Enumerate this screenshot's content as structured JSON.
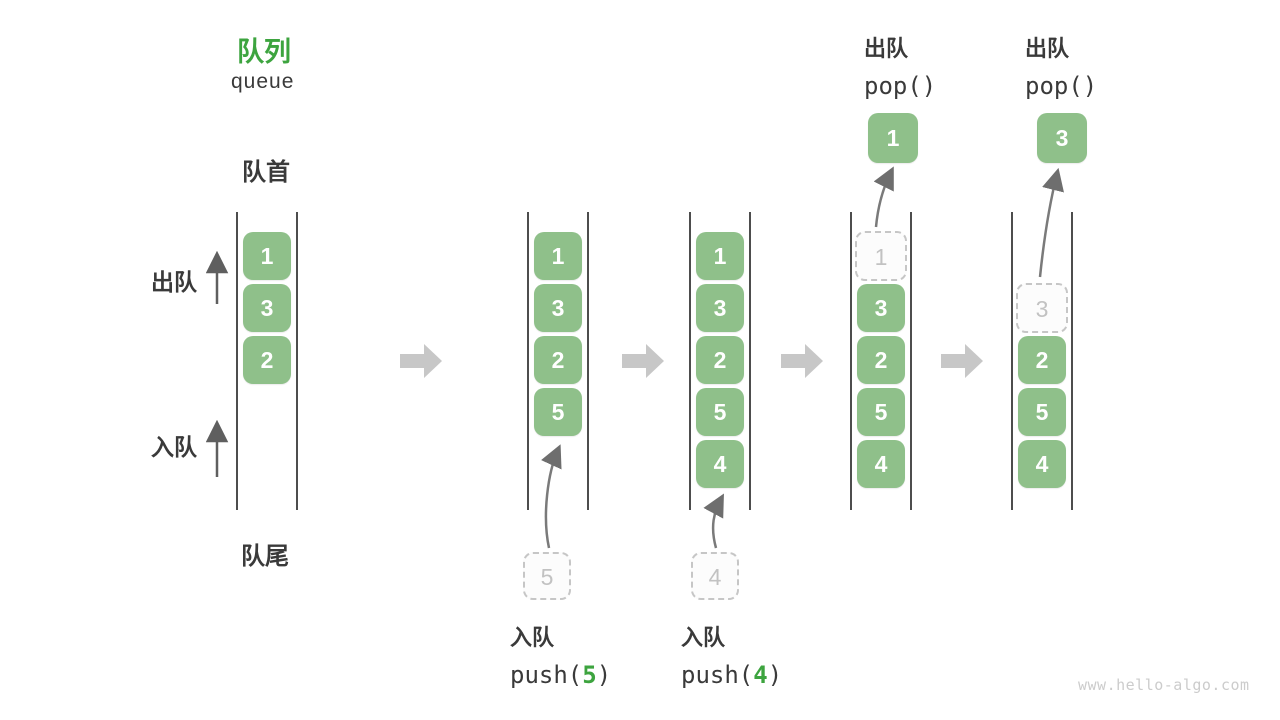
{
  "header": {
    "title_zh": "队列",
    "title_en": "queue"
  },
  "side_labels": {
    "front": "队首",
    "rear": "队尾",
    "dequeue": "出队",
    "enqueue": "入队"
  },
  "colors": {
    "accent_green": "#3DA43F",
    "box_green": "#8FC08A",
    "text_dark": "#3A3A3A",
    "rail_dark": "#4D4D4D",
    "block_arrow_gray": "#C7C7C7",
    "ghost_gray": "#C6C6C6",
    "curve_arrow_gray": "#6E6E6E",
    "watermark_gray": "#CCCCCC"
  },
  "columns": [
    {
      "boxes": [
        "1",
        "3",
        "2"
      ]
    },
    {
      "boxes": [
        "1",
        "3",
        "2",
        "5"
      ],
      "incoming": "5"
    },
    {
      "boxes": [
        "1",
        "3",
        "2",
        "5",
        "4"
      ],
      "incoming": "4"
    },
    {
      "boxes": [
        "3",
        "2",
        "5",
        "4"
      ],
      "ghost": "1",
      "popped": "1"
    },
    {
      "boxes": [
        "2",
        "5",
        "4"
      ],
      "ghost": "3",
      "popped": "3"
    }
  ],
  "ops": {
    "push5": {
      "label": "入队",
      "code_open": "push(",
      "arg": "5",
      "code_close": ")"
    },
    "push4": {
      "label": "入队",
      "code_open": "push(",
      "arg": "4",
      "code_close": ")"
    },
    "pop_a": {
      "label": "出队",
      "code": "pop()"
    },
    "pop_b": {
      "label": "出队",
      "code": "pop()"
    }
  },
  "watermark": "www.hello-algo.com"
}
